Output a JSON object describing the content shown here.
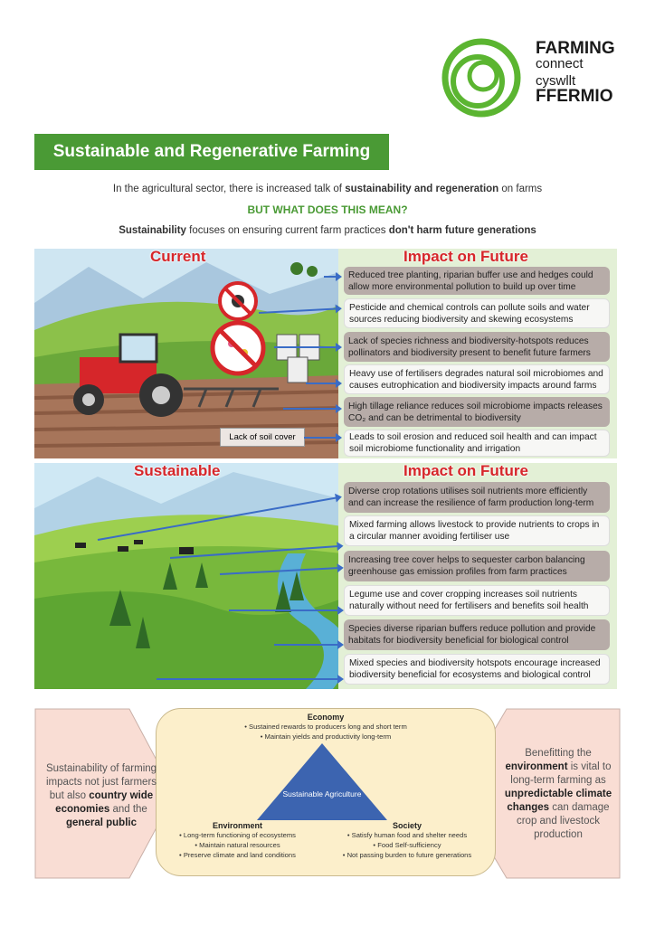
{
  "logo": {
    "line1": "FARMING",
    "line2": "connect",
    "line3": "cyswllt",
    "line4": "FFERMIO",
    "color": "#5bb531"
  },
  "title": "Sustainable and Regenerative Farming",
  "intro": {
    "line1_pre": "In the agricultural sector, there is increased talk of ",
    "line1_bold": "sustainability and regeneration",
    "line1_post": " on farms",
    "line2": "BUT WHAT DOES THIS MEAN?",
    "line3_bold1": "Sustainability",
    "line3_mid": " focuses on ensuring current farm practices ",
    "line3_bold2": "don't harm future generations"
  },
  "current": {
    "heading": "Current",
    "impact_heading": "Impact on Future",
    "label": "Lack of soil cover",
    "items": [
      "Reduced tree planting, riparian buffer use and hedges could allow more environmental pollution to build up over time",
      "Pesticide and chemical controls can pollute soils and water sources reducing biodiversity and skewing ecosystems",
      "Lack of species richness and biodiversity-hotspots reduces pollinators and biodiversity present to benefit future farmers",
      "Heavy use of fertilisers degrades natural soil microbiomes and causes eutrophication and biodiversity impacts around farms",
      "High tillage reliance reduces soil microbiome impacts releases CO₂ and can be detrimental to biodiversity",
      "Leads to soil erosion and reduced soil health and can impact soil microbiome functionality and irrigation"
    ]
  },
  "sustainable": {
    "heading": "Sustainable",
    "impact_heading": "Impact on Future",
    "items": [
      "Diverse crop rotations utilises soil nutrients more efficiently and can increase the resilience of farm production long-term",
      "Mixed farming allows livestock to provide nutrients to crops in a circular manner avoiding fertiliser use",
      "Increasing tree cover helps to sequester carbon balancing greenhouse gas emission profiles from farm practices",
      "Legume use and cover cropping increases soil nutrients naturally without need for fertilisers and benefits soil health",
      "Species diverse riparian buffers reduce pollution and provide habitats for biodiversity beneficial for biological control",
      "Mixed species and biodiversity hotspots encourage increased biodiversity beneficial for ecosystems and biological control"
    ]
  },
  "diagram": {
    "center": "Sustainable Agriculture",
    "economy": {
      "title": "Economy",
      "items": [
        "Sustained rewards to producers long and short term",
        "Maintain yields and productivity long-term"
      ]
    },
    "environment": {
      "title": "Environment",
      "items": [
        "Long-term functioning of ecosystems",
        "Maintain natural resources",
        "Preserve climate and land conditions"
      ]
    },
    "society": {
      "title": "Society",
      "items": [
        "Satisfy human food and shelter needs",
        "Food Self-sufficiency",
        "Not passing burden to future generations"
      ]
    }
  },
  "left_note": {
    "t1": "Sustainability of farming impacts not just farmers but also ",
    "b1": "country wide economies",
    "t2": " and the ",
    "b2": "general public"
  },
  "right_note": {
    "t1": "Benefitting the ",
    "b1": "environment",
    "t2": " is vital to long-term farming as ",
    "b2": "unpredictable climate changes",
    "t3": " can damage crop and livestock production"
  }
}
